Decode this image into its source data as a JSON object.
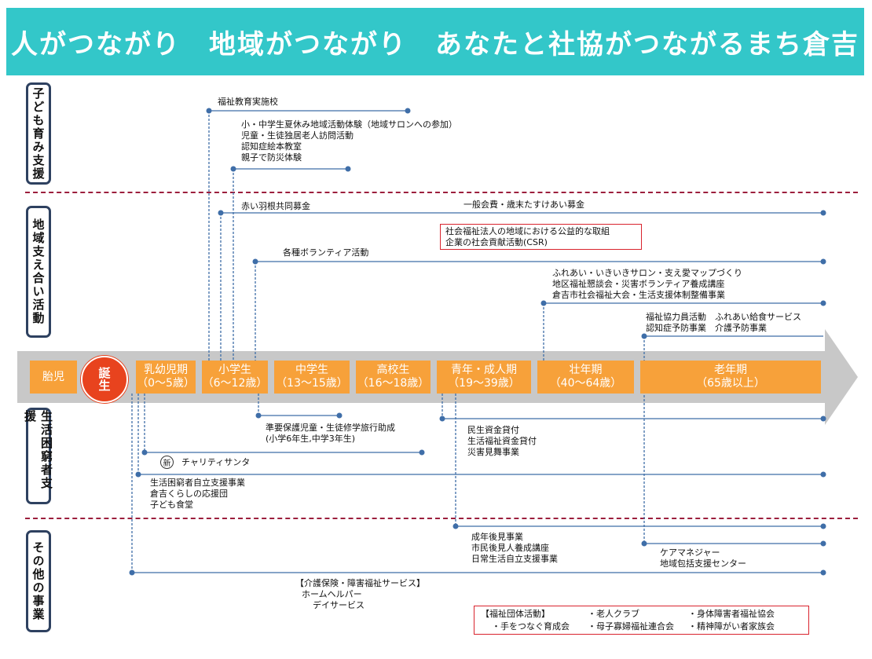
{
  "title": "人がつながり　地域がつながり　あなたと社協がつながるまち倉吉",
  "sections": {
    "child": "子ども育み支援",
    "community": "地域支え合い活動",
    "poverty": "生活困窮者支援",
    "other": "その他の事業"
  },
  "stages": [
    {
      "label": "胎児",
      "sub": ""
    },
    {
      "label": "乳幼児期",
      "sub": "（0〜5歳）"
    },
    {
      "label": "小学生",
      "sub": "（6〜12歳）"
    },
    {
      "label": "中学生",
      "sub": "（13〜15歳）"
    },
    {
      "label": "高校生",
      "sub": "（16〜18歳）"
    },
    {
      "label": "青年・成人期",
      "sub": "（19〜39歳）"
    },
    {
      "label": "壮年期",
      "sub": "（40〜64歳）"
    },
    {
      "label": "老年期",
      "sub": "（65歳以上）"
    }
  ],
  "birth": "誕生",
  "child_items": {
    "school": "福祉教育実施校",
    "summer": [
      "小・中学生夏休み地域活動体験（地域サロンへの参加）",
      "児童・生徒独居老人訪問活動",
      "認知症絵本教室",
      "親子で防災体験"
    ]
  },
  "community_items": {
    "red_feather": "赤い羽根共同募金",
    "general_fee": "一般会費・歳末たすけあい募金",
    "csr": [
      "社会福祉法人の地域における公益的な取組",
      "企業の社会貢献活動(CSR)"
    ],
    "volunteer": "各種ボランティア活動",
    "salon": [
      "ふれあい・いきいきサロン・支え愛マップづくり",
      "地区福祉懇談会・災害ボランティア養成講座",
      "倉吉市社会福祉大会・生活支援体制整備事業"
    ],
    "elder": [
      "福祉協力員活動　ふれあい給食サービス",
      "認知症予防事業　介護予防事業"
    ]
  },
  "poverty_items": {
    "school_aid": [
      "準要保護児童・生徒修学旅行助成",
      "(小学6年生,中学3年生)"
    ],
    "new_badge": "新",
    "charity": "チャリティサンタ",
    "loans": [
      "民生資金貸付",
      "生活福祉資金貸付",
      "災害見舞事業"
    ],
    "support": [
      "生活困窮者自立支援事業",
      "倉吉くらしの応援団",
      "子ども食堂"
    ]
  },
  "other_items": {
    "guardian": [
      "成年後見事業",
      "市民後見人養成講座",
      "日常生活自立支援事業"
    ],
    "care": [
      "ケアマネジャー",
      "地域包括支援センター"
    ],
    "kaigo": [
      "【介護保険・障害福祉サービス】",
      "ホームヘルパー",
      "デイサービス"
    ],
    "groups": [
      "【福祉団体活動】",
      "・老人クラブ",
      "・身体障害者福祉協会",
      "・手をつなぐ育成会",
      "・母子寡婦福祉連合会",
      "・精神障がい者家族会"
    ]
  },
  "colors": {
    "header": "#33c7c9",
    "stage": "#f7a13a",
    "birth": "#e8431e",
    "line": "#3f6ea8",
    "arrow": "#c8c8c8",
    "divider": "#9c1f3d"
  }
}
